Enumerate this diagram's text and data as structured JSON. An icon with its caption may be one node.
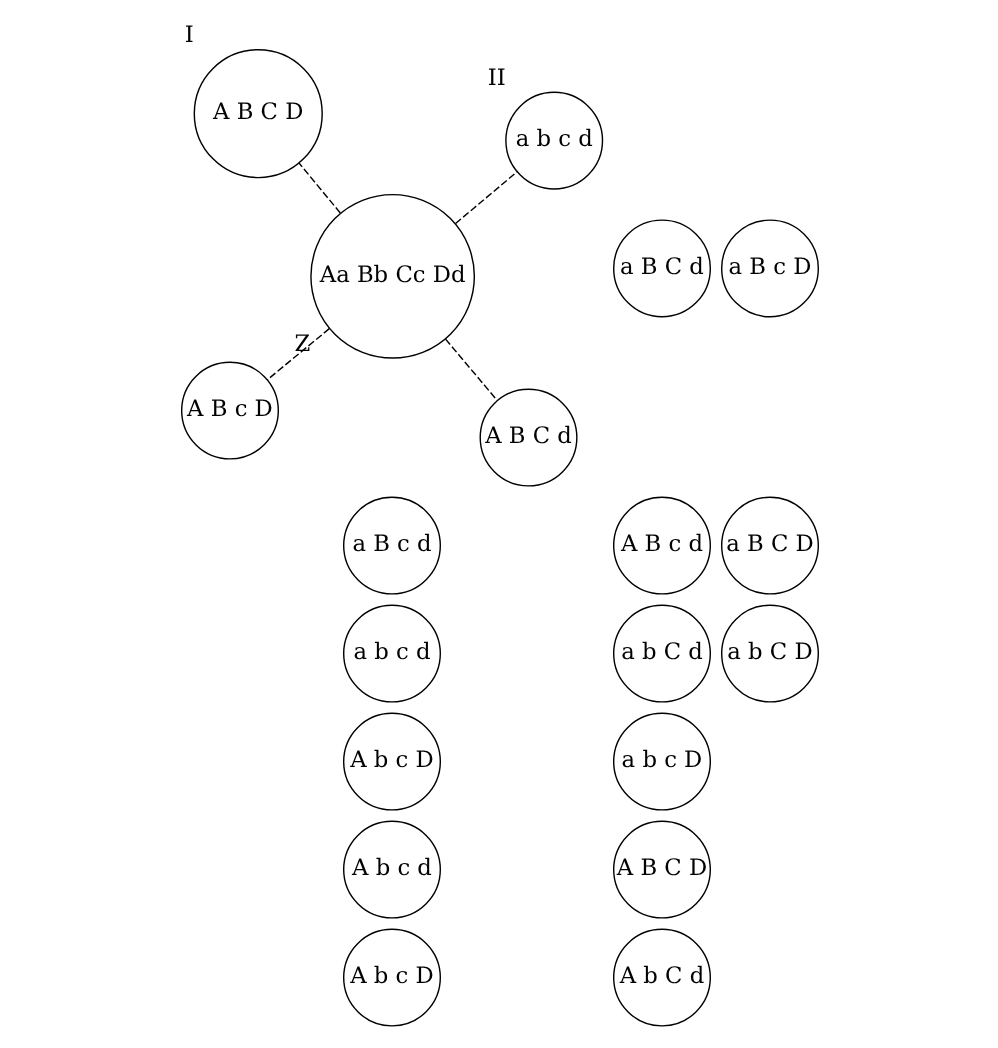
{
  "diagram": {
    "nodes": [
      {
        "text": [
          "A B c D"
        ]
      },
      {
        "text": [
          "a B c d"
        ]
      },
      {
        "text": [
          "a b c d"
        ]
      },
      {
        "text": [
          "A b c D"
        ]
      },
      {
        "text": [
          "A b c d"
        ]
      },
      {
        "text": [
          "A b c D"
        ]
      },
      {
        "text": [
          "a B C d"
        ]
      },
      {
        "text": [
          "A B c d"
        ]
      },
      {
        "text": [
          "a b C d"
        ]
      },
      {
        "text": [
          "a b c D"
        ]
      },
      {
        "text": [
          "A B C D"
        ]
      },
      {
        "text": [
          "A b C d"
        ]
      },
      {
        "text": [
          "a B c D"
        ]
      },
      {
        "text": [
          "a B C D"
        ]
      },
      {
        "text": [
          "a b C D"
        ]
      },
      {
        "text": [
          "A B C d"
        ]
      },
      {
        "text": [
          "Aa Bb Cc Dd"
        ],
        "beside": [
          "Z"
        ]
      },
      {
        "text": [
          "A B C D"
        ],
        "beside": [
          "I"
        ]
      },
      {
        "text": [
          "a b c d"
        ],
        "beside": [
          "II"
        ]
      }
    ],
    "edges": [
      {
        "from": 16,
        "to": 17,
        "arrow": "none",
        "style": "dashed"
      },
      {
        "from": 16,
        "to": 18,
        "arrow": "none",
        "style": "dashed"
      },
      {
        "from": 16,
        "to": 0,
        "arrow": "none",
        "style": "dashed"
      },
      {
        "from": 16,
        "to": 15,
        "arrow": "none",
        "style": "dashed"
      }
    ]
  }
}
